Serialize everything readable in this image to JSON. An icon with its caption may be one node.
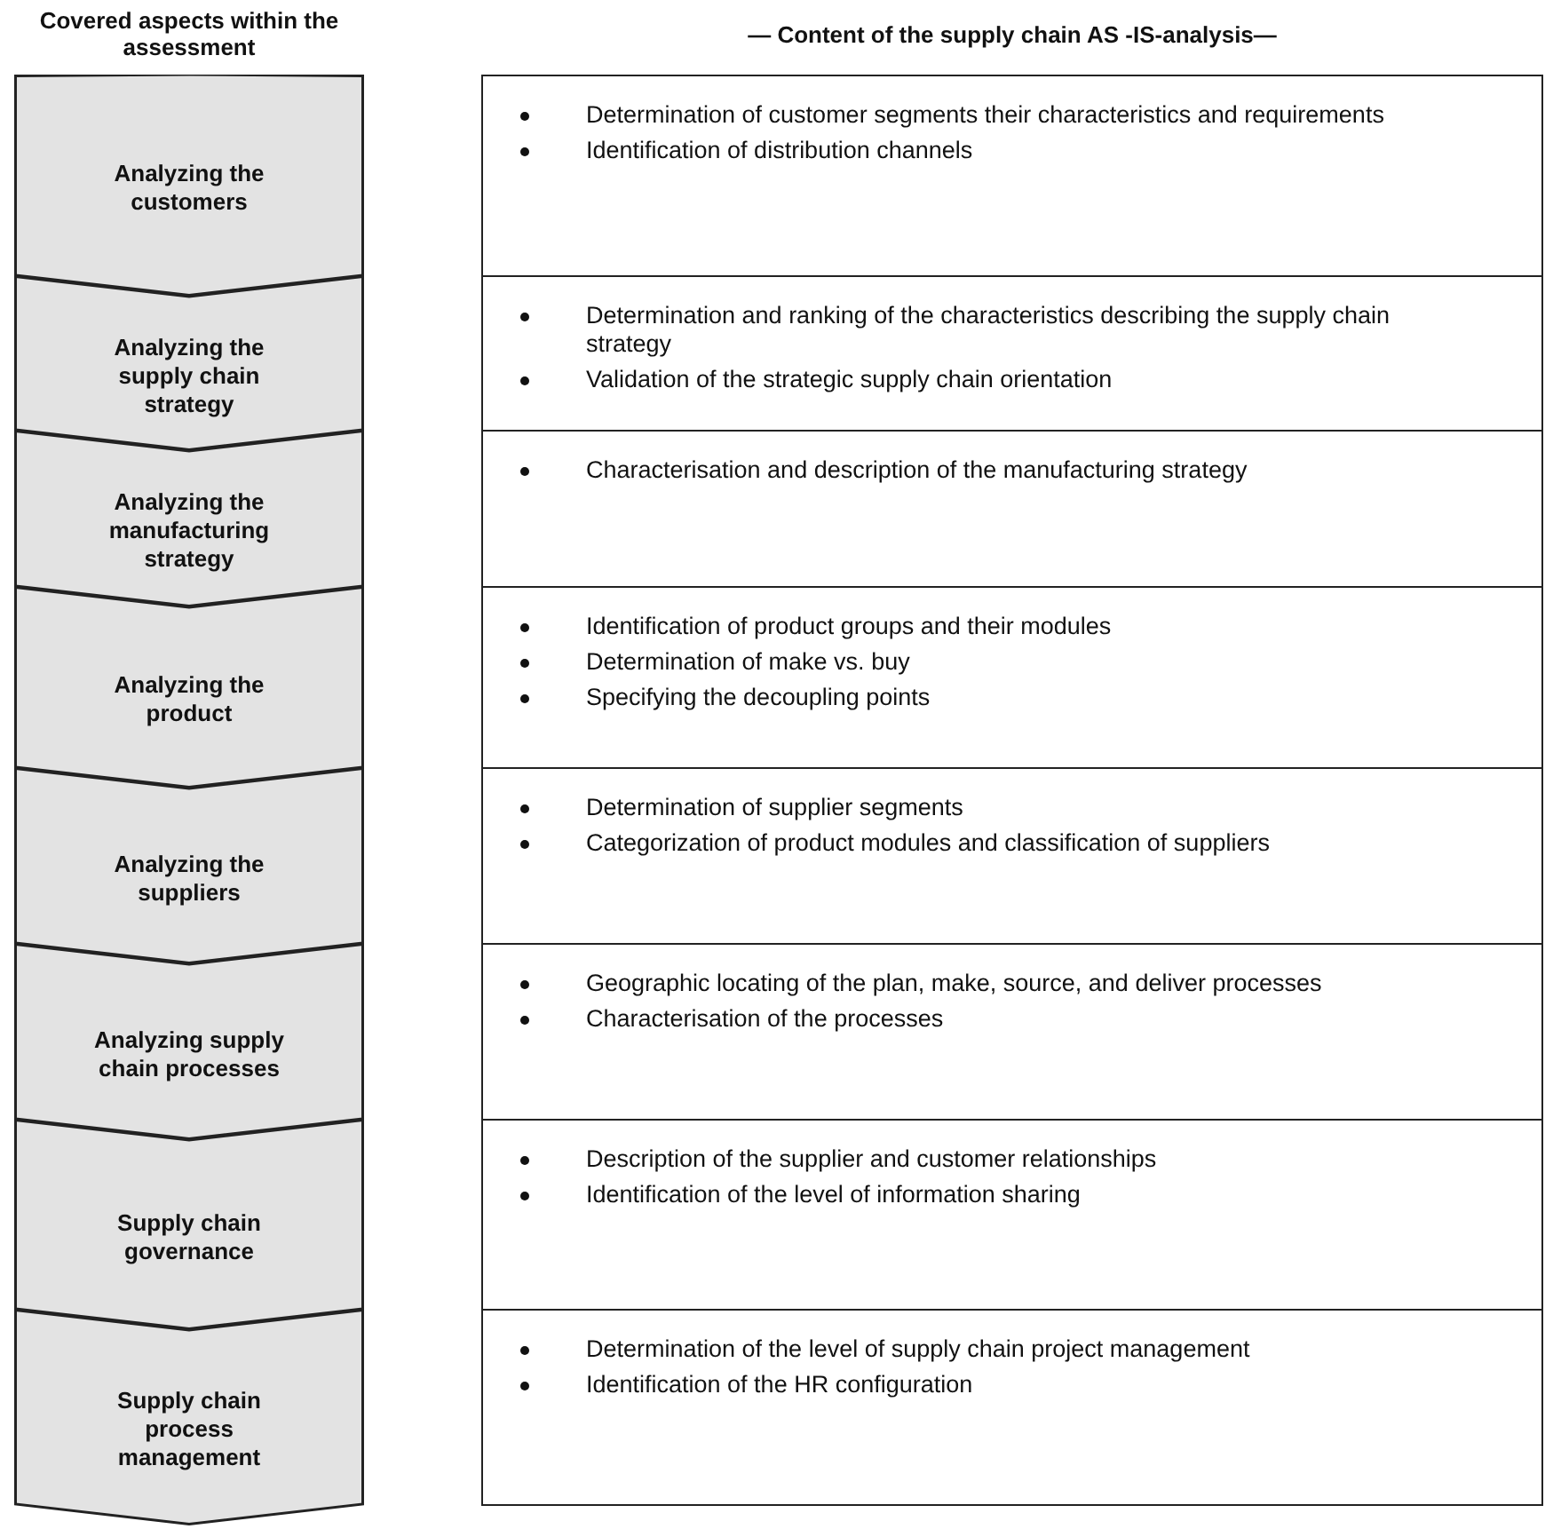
{
  "diagram": {
    "nodes": [
      {
        "text": [
          "Analyzing the customers"
        ]
      },
      {
        "text": [
          "Determination of customer segments their characteristics and requirements",
          "Identification of distribution channels"
        ]
      },
      {
        "text": [
          "Analyzing the supply chain strategy"
        ]
      },
      {
        "text": [
          "Determination and ranking of the characteristics describing the supply chain strategy",
          "Validation of the strategic supply chain orientation"
        ]
      },
      {
        "text": [
          "Analyzing the manufacturing strategy"
        ]
      },
      {
        "text": [
          "Characterisation and description of the manufacturing strategy"
        ]
      },
      {
        "text": [
          "Analyzing the product"
        ]
      },
      {
        "text": [
          "Identification of product groups and their modules",
          "Determination of make vs. buy",
          "Specifying the decoupling points"
        ]
      },
      {
        "text": [
          "Analyzing the suppliers"
        ]
      },
      {
        "text": [
          "Determination of supplier segments",
          "Categorization of product modules and classification of suppliers"
        ]
      },
      {
        "text": [
          "Analyzing supply chain processes"
        ]
      },
      {
        "text": [
          "Geographic locating of the plan, make, source, and deliver processes",
          "Characterisation of the processes"
        ]
      },
      {
        "text": [
          "Supply chain governance"
        ]
      },
      {
        "text": [
          "Description of the supplier and customer relationships",
          "Identification of the level of information sharing"
        ]
      },
      {
        "text": [
          "Supply chain process management"
        ]
      },
      {
        "text": [
          "Determination of the level of supply chain project management",
          "Identification of the HR configuration"
        ]
      }
    ],
    "labels": [
      "Covered aspects within the assessment",
      "— Content of the supply chain AS -IS-analysis—"
    ]
  }
}
